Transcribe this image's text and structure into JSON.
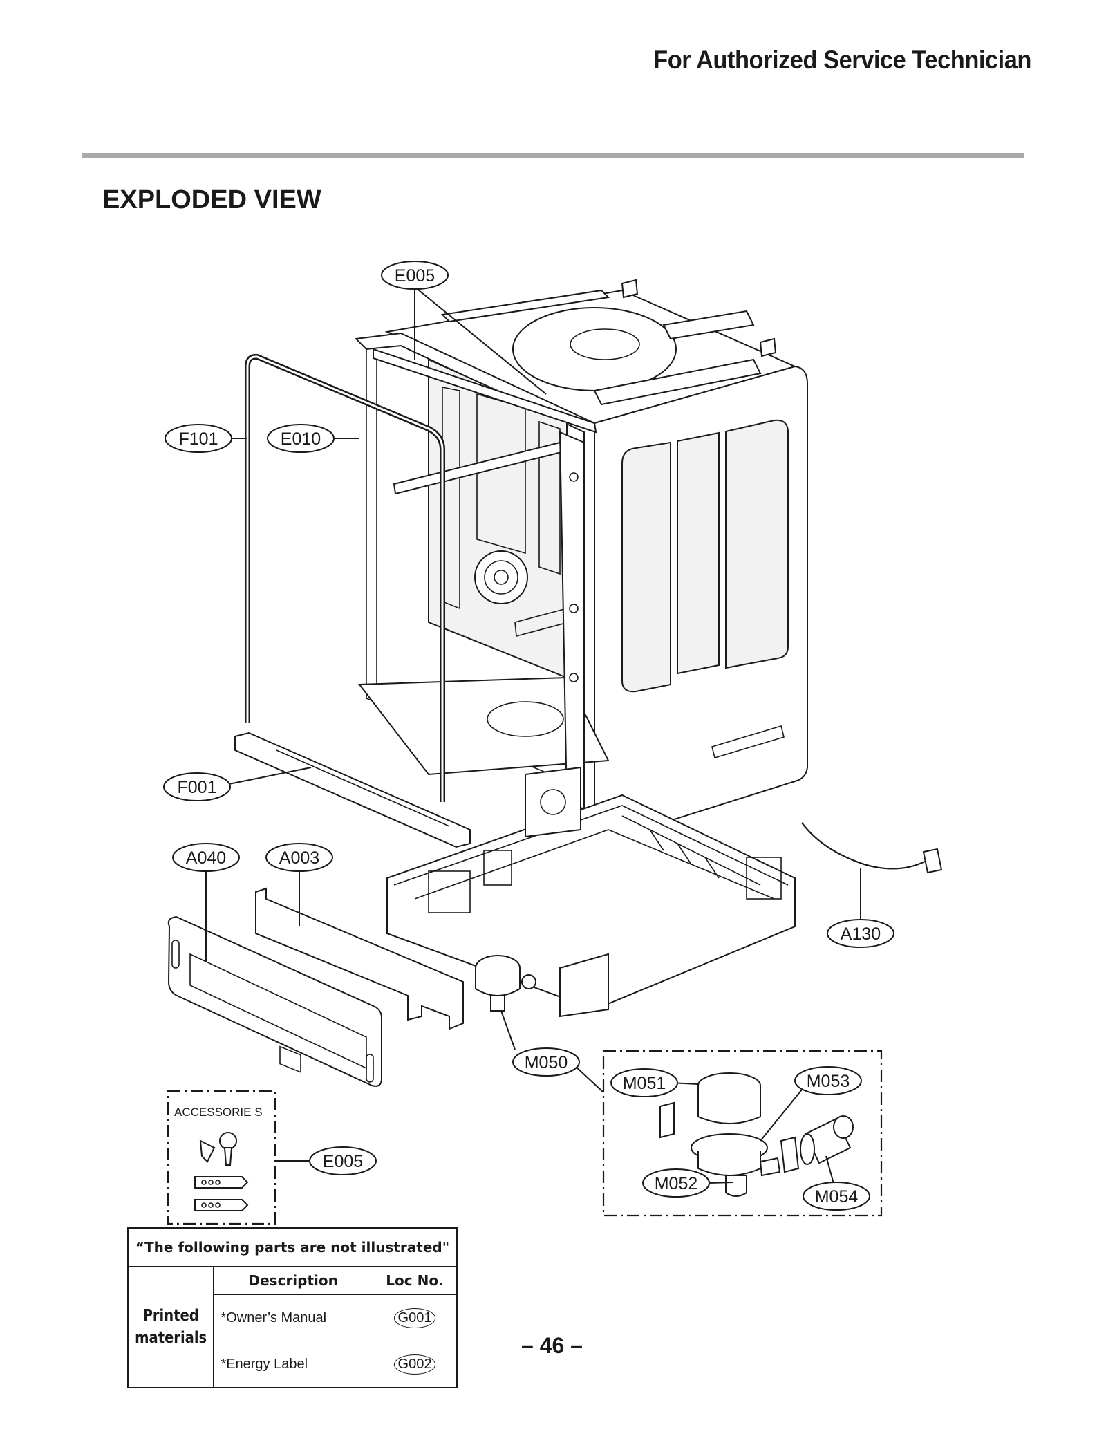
{
  "header": {
    "title": "For Authorized Service Technician"
  },
  "section": {
    "title": "EXPLODED VIEW"
  },
  "callouts": {
    "e005_top": "E005",
    "f101": "F101",
    "e010": "E010",
    "f001": "F001",
    "a040": "A040",
    "a003": "A003",
    "a130": "A130",
    "m050": "M050",
    "m051": "M051",
    "m053": "M053",
    "m052": "M052",
    "m054": "M054",
    "e005_acc": "E005"
  },
  "accessories": {
    "label": "ACCESSORIE S"
  },
  "not_illustrated": {
    "title": "“The following parts are not illustrated\"",
    "col_description": "Description",
    "col_loc": "Loc No.",
    "group_label_line1": "Printed",
    "group_label_line2": "materials",
    "rows": [
      {
        "description": "*Owner’s Manual",
        "loc": "G001"
      },
      {
        "description": "*Energy Label",
        "loc": "G002"
      }
    ]
  },
  "page": {
    "number": "– 46 –"
  }
}
